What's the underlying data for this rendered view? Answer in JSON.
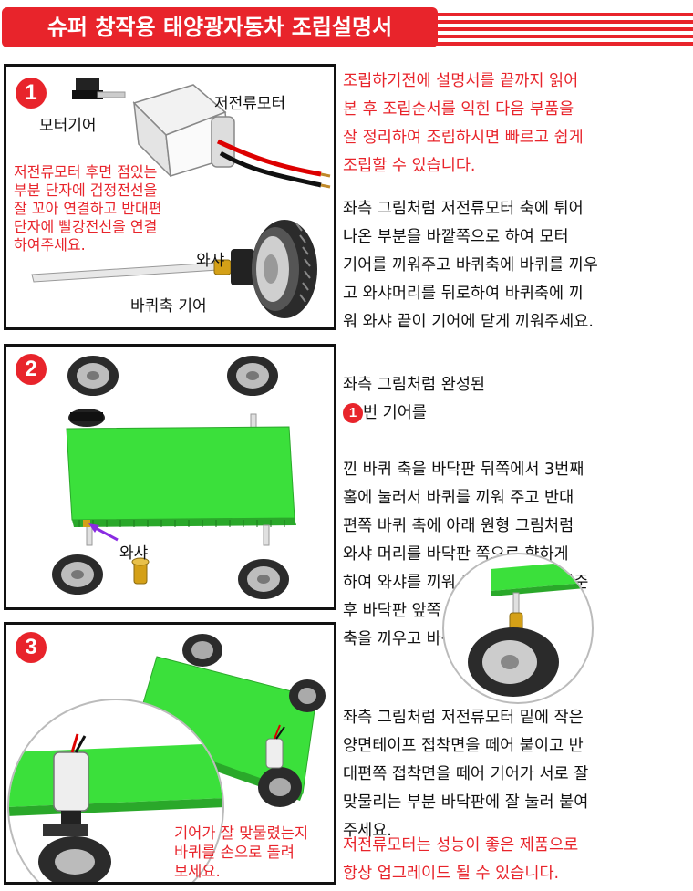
{
  "header": {
    "title": "슈퍼 창작용 태양광자동차 조립설명서"
  },
  "step1": {
    "number": "1",
    "label_motor": "저전류모터",
    "label_motor_gear": "모터기어",
    "label_washer": "와샤",
    "label_axle_gear": "바퀴축 기어",
    "note": "저전류모터 후면 점있는\n부분 단자에 검정전선을\n잘 꼬아 연결하고 반대편\n단자에 빨강전선을 연결\n하여주세요."
  },
  "step2": {
    "number": "2",
    "label_washer": "와샤"
  },
  "step3": {
    "number": "3",
    "note": "기어가 잘 맞물렸는지\n바퀴를 손으로 돌려\n보세요."
  },
  "text": {
    "intro": "조립하기전에 설명서를 끝까지 읽어\n본 후 조립순서를 익힌 다음 부품을\n잘 정리하여 조립하시면 빠르고 쉽게\n조립할 수 있습니다.",
    "p1": "좌측 그림처럼 저전류모터 축에 튀어\n나온 부분을 바깥쪽으로 하여 모터\n기어를 끼워주고 바퀴축에 바퀴를 끼우\n고 와샤머리를 뒤로하여 바퀴축에 끼\n워 와샤 끝이 기어에 닫게 끼워주세요.",
    "p2_lead": "좌측 그림처럼 완성된",
    "p2_badge": "1",
    "p2_first_tail": "번 기어를",
    "p2_rest": "낀 바퀴 축을 바닥판 뒤쪽에서 3번째\n홈에 눌러서 바퀴를 끼워 주고 반대\n편쪽 바퀴 축에 아래 원형 그림처럼\n와샤 머리를 바닥판 쪽으로 향하게\n하여 와샤를 끼워 주고 바퀴를 끼워준\n후 바닥판 앞쪽 4번째 홈에도 자동차\n축을 끼우고 바퀴를 끼워 주세요.",
    "p3": "좌측 그림처럼 저전류모터 밑에 작은\n양면테이프 접착면을 떼어 붙이고 반\n대편쪽 접착면을 떼어 기어가 서로 잘\n맞물리는 부분 바닥판에 잘 눌러 붙여\n주세요.",
    "p3_red": "저전류모터는 성능이 좋은 제품으로\n항상 업그레이드 될 수 있습니다."
  },
  "colors": {
    "accent": "#e8242b",
    "board": "#3be03b",
    "purple": "#8a2be2",
    "brass": "#d4a017"
  }
}
